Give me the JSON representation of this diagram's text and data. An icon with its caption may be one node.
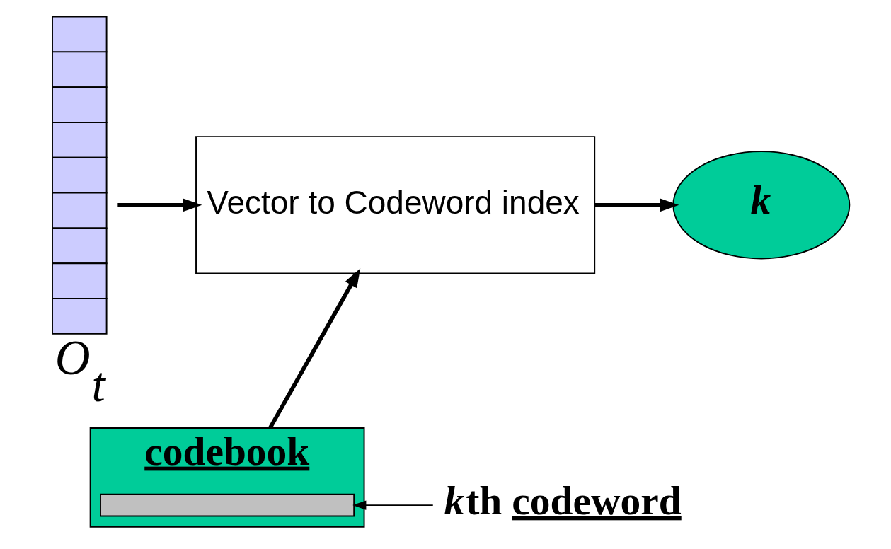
{
  "diagram": {
    "nodes": [
      {
        "text": [
          "O$_{t}$"
        ]
      },
      {
        "text": [
          "Vector to Codeword index"
        ]
      },
      {
        "text": [
          "k"
        ]
      },
      {
        "text": [
          "codebook"
        ]
      },
      {
        "text": [],
        "shape": "bar",
        "in": 3
      },
      {
        "text": [
          "kth codeword"
        ]
      }
    ],
    "edges": [
      {
        "from": 0,
        "to": 1,
        "arrow": "to"
      },
      {
        "from": 1,
        "to": 2,
        "arrow": "to"
      },
      {
        "from": 3,
        "to": 1,
        "arrow": "to"
      },
      {
        "from": 5,
        "to": 4,
        "arrow": "to"
      }
    ]
  }
}
